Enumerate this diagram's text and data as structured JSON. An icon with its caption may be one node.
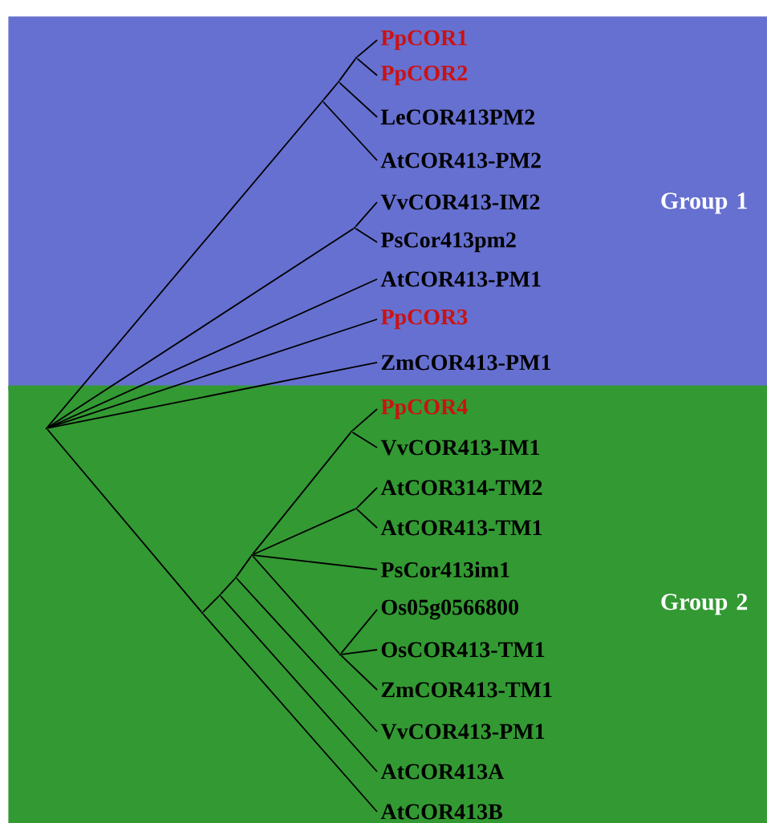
{
  "diagram": {
    "nodes": [
      {
        "text": [
          "Group 1"
        ]
      },
      {
        "text": [
          "PpCOR1"
        ],
        "in": 0
      },
      {
        "text": [
          "PpCOR2"
        ],
        "in": 0
      },
      {
        "text": [
          "LeCOR413PM2"
        ],
        "in": 0
      },
      {
        "text": [
          "AtCOR413-PM2"
        ],
        "in": 0
      },
      {
        "text": [
          "VvCOR413-IM2"
        ],
        "in": 0
      },
      {
        "text": [
          "PsCor413pm2"
        ],
        "in": 0
      },
      {
        "text": [
          "AtCOR413-PM1"
        ],
        "in": 0
      },
      {
        "text": [
          "PpCOR3"
        ],
        "in": 0
      },
      {
        "text": [
          "ZmCOR413-PM1"
        ],
        "in": 0
      },
      {
        "text": [
          "Group 2"
        ]
      },
      {
        "text": [
          "PpCOR4"
        ],
        "in": 10
      },
      {
        "text": [
          "VvCOR413-IM1"
        ],
        "in": 10
      },
      {
        "text": [
          "AtCOR314-TM2"
        ],
        "in": 10
      },
      {
        "text": [
          "AtCOR413-TM1"
        ],
        "in": 10
      },
      {
        "text": [
          "PsCor413im1"
        ],
        "in": 10
      },
      {
        "text": [
          "Os05g0566800"
        ],
        "in": 10
      },
      {
        "text": [
          "OsCOR413-TM1"
        ],
        "in": 10
      },
      {
        "text": [
          "ZmCOR413-TM1"
        ],
        "in": 10
      },
      {
        "text": [
          "VvCOR413-PM1"
        ],
        "in": 10
      },
      {
        "text": [
          "AtCOR413A"
        ],
        "in": 10
      },
      {
        "text": [
          "AtCOR413B"
        ],
        "in": 10
      },
      {
        "text": [],
        "shape": "point",
        "in": 10
      },
      {
        "text": [],
        "shape": "point",
        "in": 0
      },
      {
        "text": [],
        "shape": "point",
        "in": 0
      },
      {
        "text": [],
        "shape": "point",
        "in": 0
      },
      {
        "text": [],
        "shape": "point",
        "in": 0
      },
      {
        "text": [],
        "shape": "point",
        "in": 10
      },
      {
        "text": [],
        "shape": "point",
        "in": 10
      },
      {
        "text": [],
        "shape": "point",
        "in": 10
      },
      {
        "text": [],
        "shape": "point",
        "in": 10
      },
      {
        "text": [],
        "shape": "point",
        "in": 10
      },
      {
        "text": [],
        "shape": "point",
        "in": 10
      },
      {
        "text": [],
        "shape": "point",
        "in": 10
      }
    ],
    "edges": [
      {
        "from": 22,
        "to": 23,
        "arrow": "none"
      },
      {
        "from": 23,
        "to": 4,
        "arrow": "none"
      },
      {
        "from": 23,
        "to": 24,
        "arrow": "none"
      },
      {
        "from": 24,
        "to": 3,
        "arrow": "none"
      },
      {
        "from": 24,
        "to": 25,
        "arrow": "none"
      },
      {
        "from": 25,
        "to": 1,
        "arrow": "none"
      },
      {
        "from": 25,
        "to": 2,
        "arrow": "none"
      },
      {
        "from": 22,
        "to": 26,
        "arrow": "none"
      },
      {
        "from": 26,
        "to": 5,
        "arrow": "none"
      },
      {
        "from": 26,
        "to": 6,
        "arrow": "none"
      },
      {
        "from": 22,
        "to": 7,
        "arrow": "none"
      },
      {
        "from": 22,
        "to": 8,
        "arrow": "none"
      },
      {
        "from": 22,
        "to": 9,
        "arrow": "none"
      },
      {
        "from": 22,
        "to": 27,
        "arrow": "none"
      },
      {
        "from": 27,
        "to": 21,
        "arrow": "none"
      },
      {
        "from": 27,
        "to": 28,
        "arrow": "none"
      },
      {
        "from": 28,
        "to": 20,
        "arrow": "none"
      },
      {
        "from": 28,
        "to": 29,
        "arrow": "none"
      },
      {
        "from": 29,
        "to": 19,
        "arrow": "none"
      },
      {
        "from": 29,
        "to": 30,
        "arrow": "none"
      },
      {
        "from": 30,
        "to": 31,
        "arrow": "none"
      },
      {
        "from": 31,
        "to": 11,
        "arrow": "none"
      },
      {
        "from": 31,
        "to": 12,
        "arrow": "none"
      },
      {
        "from": 30,
        "to": 32,
        "arrow": "none"
      },
      {
        "from": 32,
        "to": 13,
        "arrow": "none"
      },
      {
        "from": 32,
        "to": 14,
        "arrow": "none"
      },
      {
        "from": 30,
        "to": 15,
        "arrow": "none"
      },
      {
        "from": 30,
        "to": 33,
        "arrow": "none"
      },
      {
        "from": 33,
        "to": 16,
        "arrow": "none"
      },
      {
        "from": 33,
        "to": 17,
        "arrow": "none"
      },
      {
        "from": 33,
        "to": 18,
        "arrow": "none"
      }
    ]
  }
}
